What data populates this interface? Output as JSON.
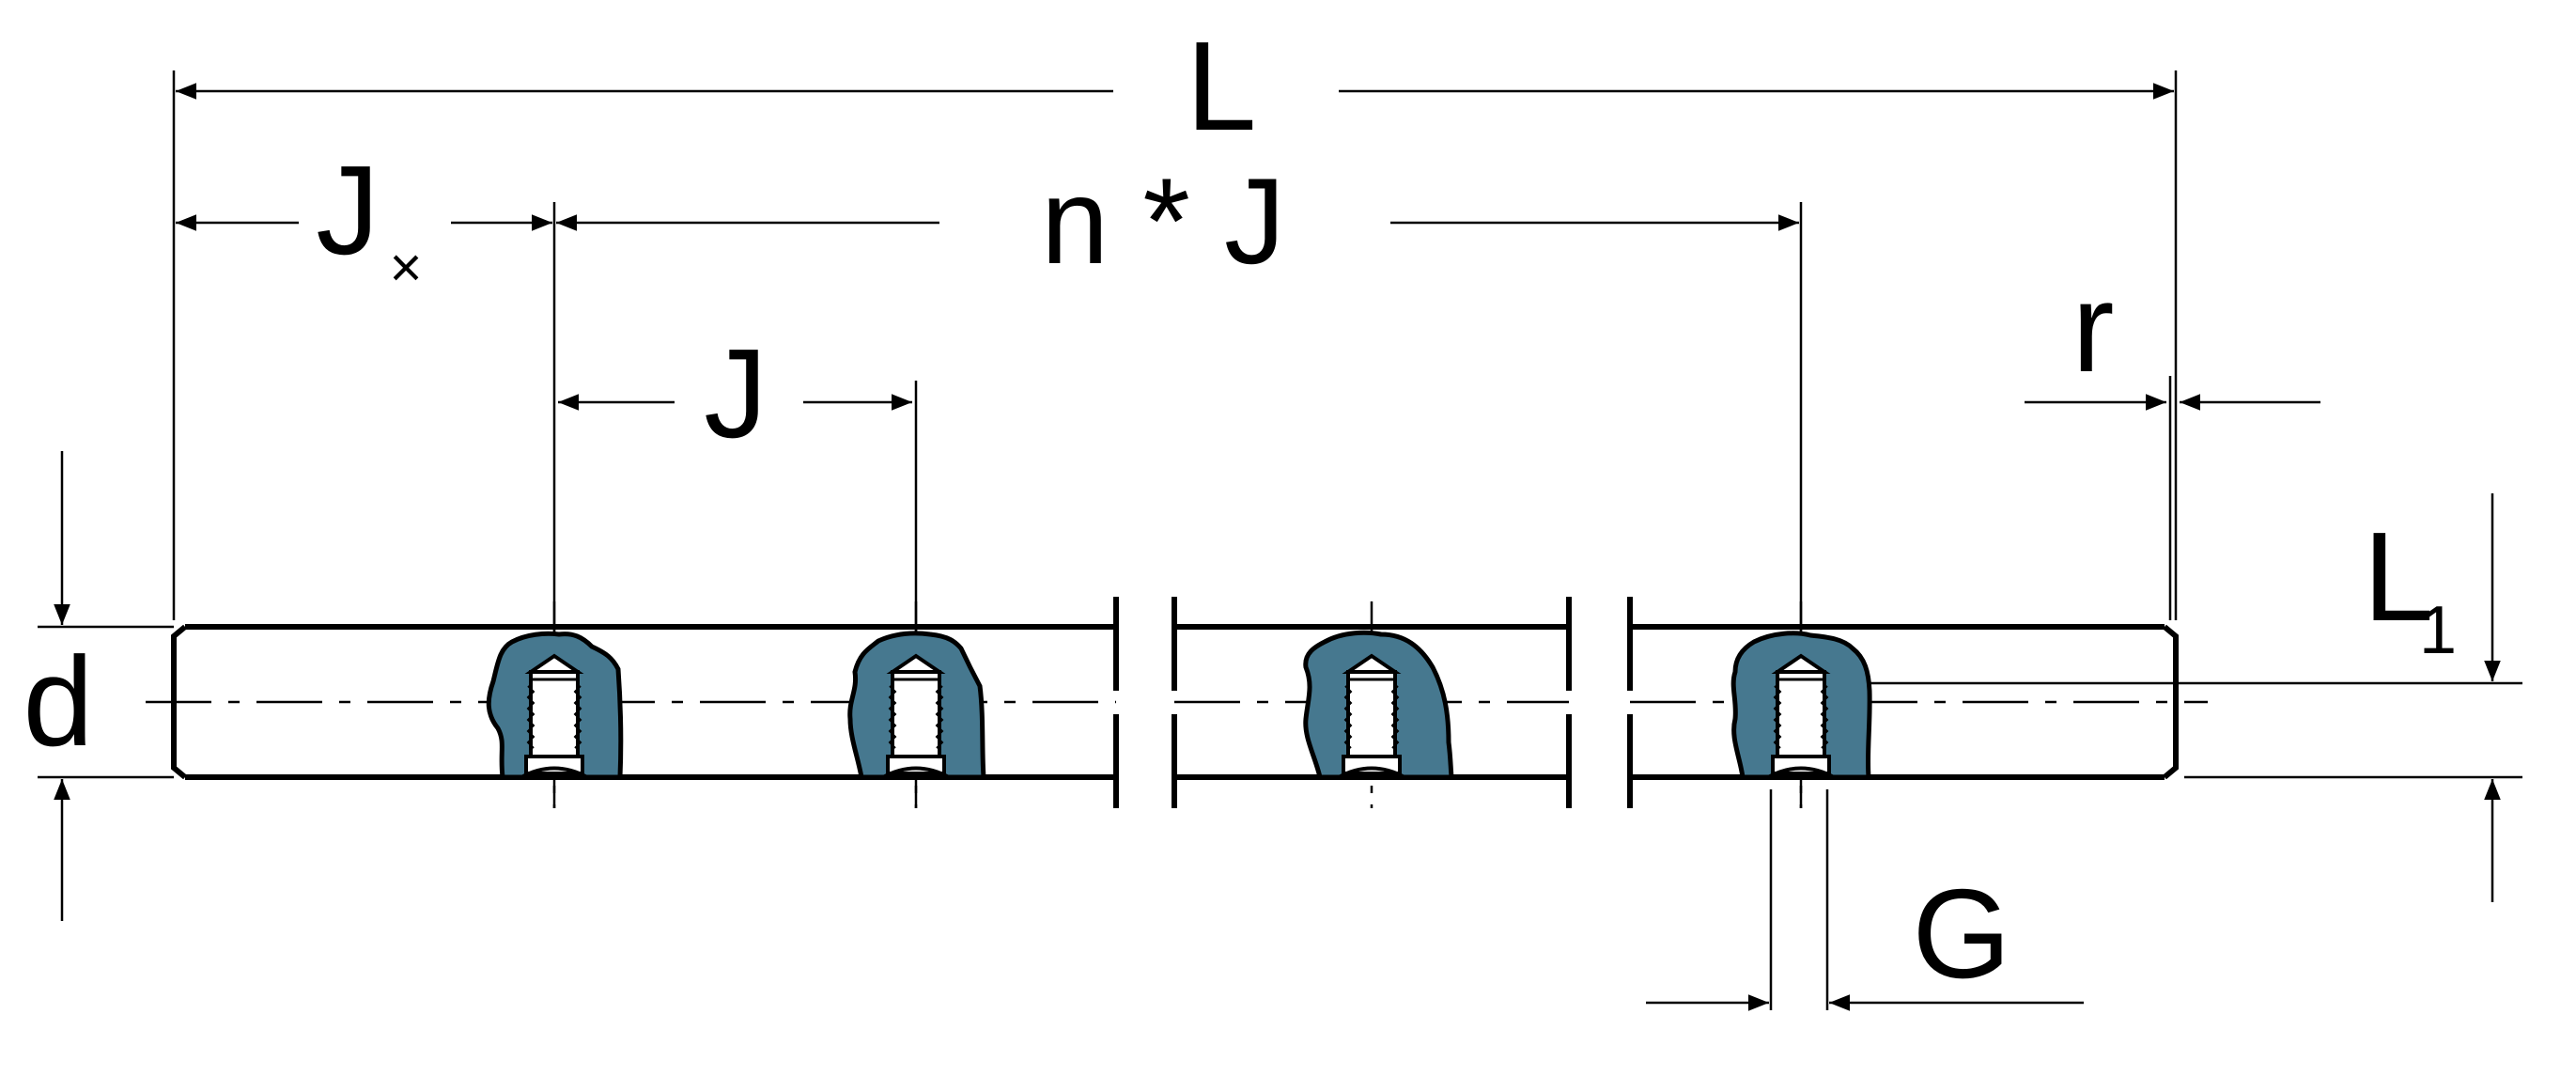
{
  "labels": {
    "overall_length": "L",
    "end_spacing_main": "J",
    "end_spacing_sub": "x",
    "pitch_count": "n * J",
    "pitch": "J",
    "radius": "r",
    "diameter": "d",
    "hole_offset_main": "L",
    "hole_offset_sub": "1",
    "thread": "G"
  },
  "colors": {
    "line": "#000000",
    "section_fill": "#46788f",
    "background": "#ffffff"
  },
  "section_cutouts": [
    {
      "name": "cutout-1"
    },
    {
      "name": "cutout-2"
    },
    {
      "name": "cutout-3"
    },
    {
      "name": "cutout-4"
    }
  ]
}
